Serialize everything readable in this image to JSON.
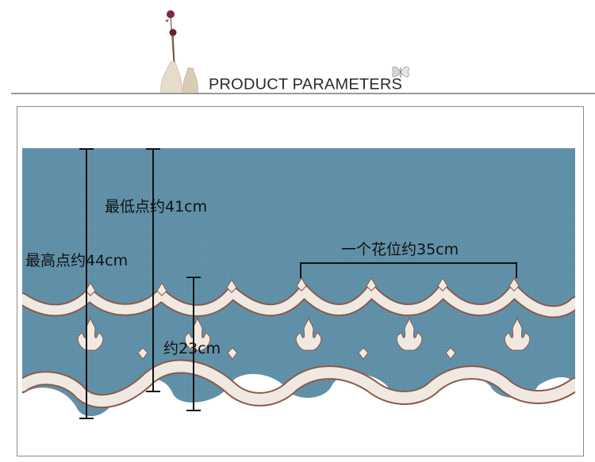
{
  "header": {
    "title": "PRODUCT PARAMETERS"
  },
  "measurements": {
    "lowest_point": "最低点约41cm",
    "highest_point": "最高点约44cm",
    "pattern_repeat": "一个花位约35cm",
    "scallop_depth": "约23cm"
  },
  "icons": {
    "vase": "vase-with-flowers-icon",
    "butterfly": "butterfly-icon"
  },
  "colors": {
    "fabric": "#5e8ea6",
    "trim": "#efe9e2",
    "trim_edge": "#8a5a4a",
    "rule": "#9a9a9a"
  }
}
